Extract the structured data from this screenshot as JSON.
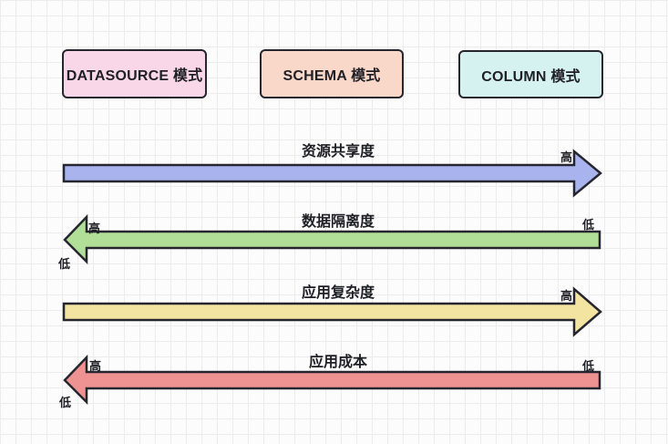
{
  "canvas": {
    "background": "#fcfcfc",
    "grid_color": "#ececec",
    "stroke_color": "#26262f",
    "text_color": "#1f1f26"
  },
  "boxes": [
    {
      "label": "DATASOURCE 模式",
      "fill": "#f9d7e9"
    },
    {
      "label": "SCHEMA 模式",
      "fill": "#f9d8ca"
    },
    {
      "label": "COLUMN 模式",
      "fill": "#d6f2f0"
    }
  ],
  "arrows": [
    {
      "title": "资源共享度",
      "direction": "right",
      "fill": "#a9b3ee",
      "tip_label": "高"
    },
    {
      "title": "数据隔离度",
      "direction": "left",
      "fill": "#b2df97",
      "tip_top_label": "高",
      "tip_bottom_label": "低",
      "tail_label": "低"
    },
    {
      "title": "应用复杂度",
      "direction": "right",
      "fill": "#f3e4a1",
      "tip_label": "高"
    },
    {
      "title": "应用成本",
      "direction": "left",
      "fill": "#ef9292",
      "tip_top_label": "高",
      "tip_bottom_label": "低",
      "tail_label": "低"
    }
  ]
}
